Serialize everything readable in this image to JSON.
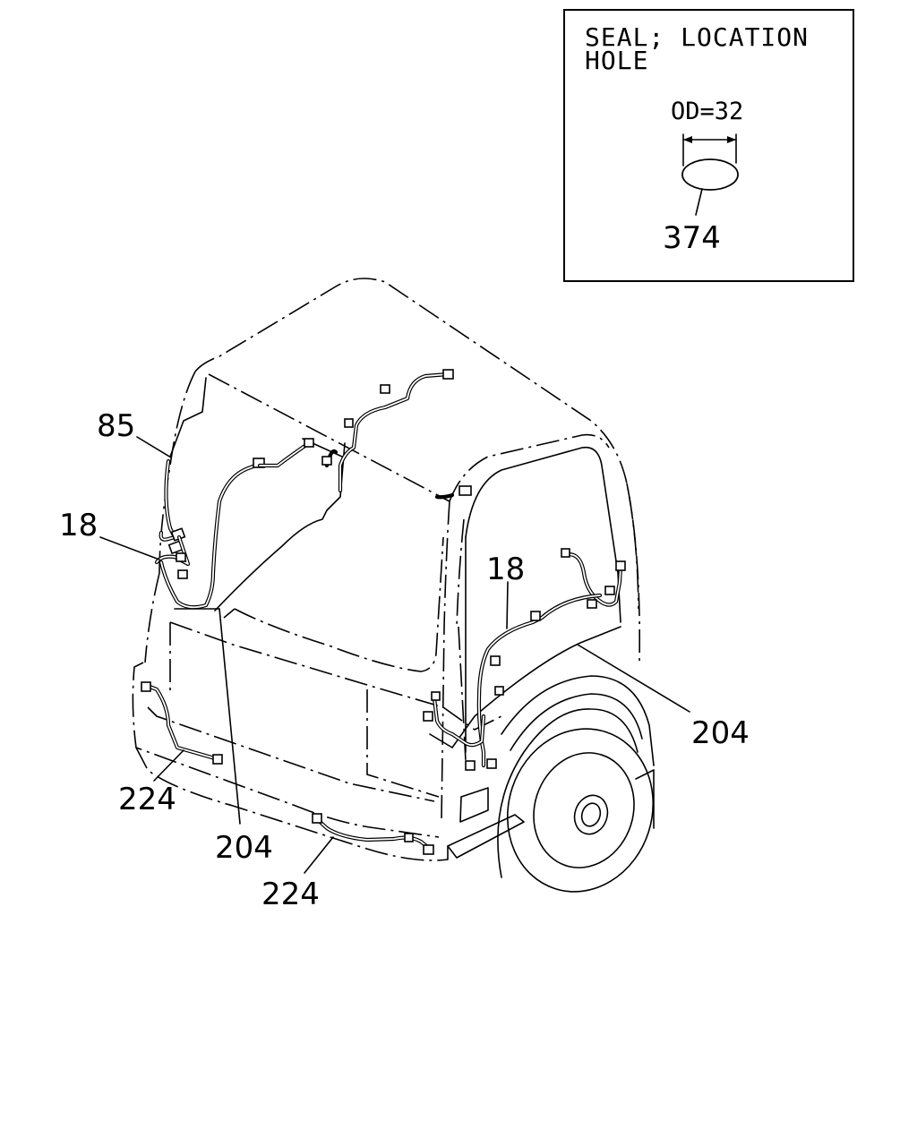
{
  "inset": {
    "line1": "SEAL; LOCATION",
    "line2": "HOLE",
    "dimension": "OD=32",
    "part_number": "374"
  },
  "callouts": {
    "c85": "85",
    "c18_left": "18",
    "c18_right": "18",
    "c204_right": "204",
    "c204_center": "204",
    "c224_left": "224",
    "c224_center": "224"
  }
}
